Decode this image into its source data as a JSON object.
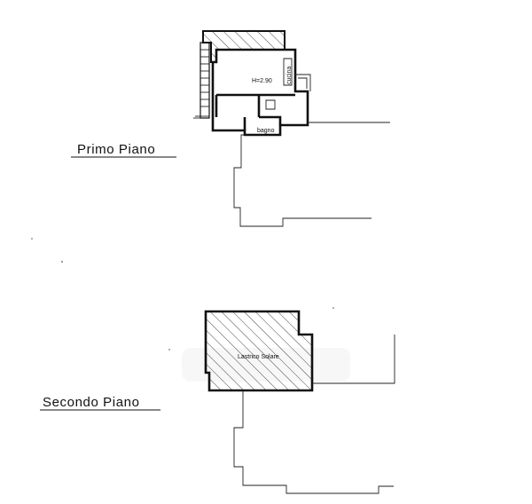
{
  "floors": [
    {
      "title": "Primo Piano",
      "rooms": [
        {
          "label": "H=2.90"
        },
        {
          "label": "cucina"
        },
        {
          "label": "bagno"
        }
      ]
    },
    {
      "title": "Secondo Piano",
      "rooms": [
        {
          "label": "Lastrico Solare"
        }
      ]
    }
  ]
}
